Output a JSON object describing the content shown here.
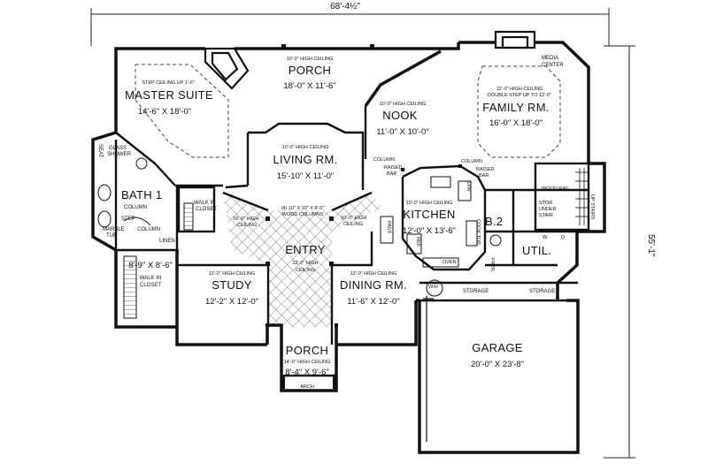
{
  "overall": {
    "width_dim": "68'-4½\"",
    "depth_dim": "55'-1\""
  },
  "rooms": {
    "porch_rear": {
      "ceiling": "10'-0\" HIGH CEILING",
      "name": "PORCH",
      "dims": "18'-0\" X 11'-6\""
    },
    "master": {
      "ceiling": "STEP CEILING UP 1'-0\"",
      "name": "MASTER SUITE",
      "dims": "14'-6\" X 18'-0\""
    },
    "living": {
      "ceiling": "10'-0\" HIGH CEILING",
      "name": "LIVING RM.",
      "dims": "15'-10\" X 11'-0\""
    },
    "nook": {
      "ceiling": "10'-0\" HIGH CEILING",
      "name": "NOOK",
      "dims": "11'-0\" X 10'-0\""
    },
    "family": {
      "ceiling_1": "12'-0\" HIGH CEILING",
      "ceiling_2": "DOUBLE STEP UP TO 12'-0\"",
      "name": "FAMILY RM.",
      "dims": "16'-0\" X 18'-0\""
    },
    "kitchen": {
      "ceiling": "10'-0\" HIGH CEILING",
      "name": "KITCHEN",
      "dims": "12'-0\" X 13'-6\""
    },
    "bath1": {
      "name": "BATH 1"
    },
    "closet_master": {
      "dims": "8'-9\" X 8'-6\"",
      "label_1": "WALK IN",
      "label_2": "CLOSET"
    },
    "entry": {
      "name": "ENTRY",
      "ceiling_1": "12'-0\" HIGH",
      "ceiling_2": "CEILING"
    },
    "study": {
      "ceiling": "12'-0\" HIGH CEILING",
      "name": "STUDY",
      "dims": "12'-2\" X 12'-0\""
    },
    "dining": {
      "ceiling": "12'-0\" HIGH CEILING",
      "name": "DINING RM.",
      "dims": "11'-6\" X 12'-0\""
    },
    "porch_front": {
      "name": "PORCH",
      "ceiling": "14'-0\" HIGH CEILING",
      "dims": "8'-4\" X 9'-6\"",
      "arch": "ARCH"
    },
    "garage": {
      "name": "GARAGE",
      "dims": "20'-0\" X 23'-8\""
    },
    "bath2": {
      "name": "B.2"
    },
    "util": {
      "name": "UTIL."
    }
  },
  "notes": {
    "media_center_1": "MEDIA",
    "media_center_2": "CENTER",
    "seat": "SEAT",
    "glass_shower_1": "GLASS",
    "glass_shower_2": "SHOWER",
    "column_bath": "COLUMN",
    "step": "STEP",
    "marble_tub_1": "MARBLE",
    "marble_tub_2": "TUB",
    "column_bath2": "COLUMN",
    "linen": "LINEN",
    "walk_in_closet_1": "WALK IN",
    "walk_in_closet_2": "CLOSET",
    "hall_ceiling_1": "10'-0\" HIGH",
    "hall_ceiling_2": "CEILING",
    "wood_columns_1": "(4) 10\" X 10\" X 8'-0\"",
    "wood_columns_2": "WOOD COLUMNS",
    "ceiling_right_1": "10'-0\" HIGH",
    "ceiling_right_2": "CEILING",
    "column_k1": "COLUMN",
    "raised_bar_1a": "RAISED",
    "raised_bar_1b": "BAR",
    "column_k2": "COLUMN",
    "raised_bar_2a": "RAISED",
    "raised_bar_2b": "BAR",
    "dw": "D/W",
    "cook_top": "COOK TOP",
    "oven": "OVEN",
    "pantry": "PANT.",
    "ref": "REF.",
    "wood_rail": "WOOD RAIL",
    "stor_under_1": "STOR.",
    "stor_under_2": "UNDER",
    "stor_under_3": "STAIR",
    "stairs_up": "UP STAIRS",
    "w": "W.",
    "d": "D.",
    "frzr": "FRZR.",
    "wh": "W/H",
    "storage_1": "STORAGE",
    "storage_2": "STORAGE"
  }
}
